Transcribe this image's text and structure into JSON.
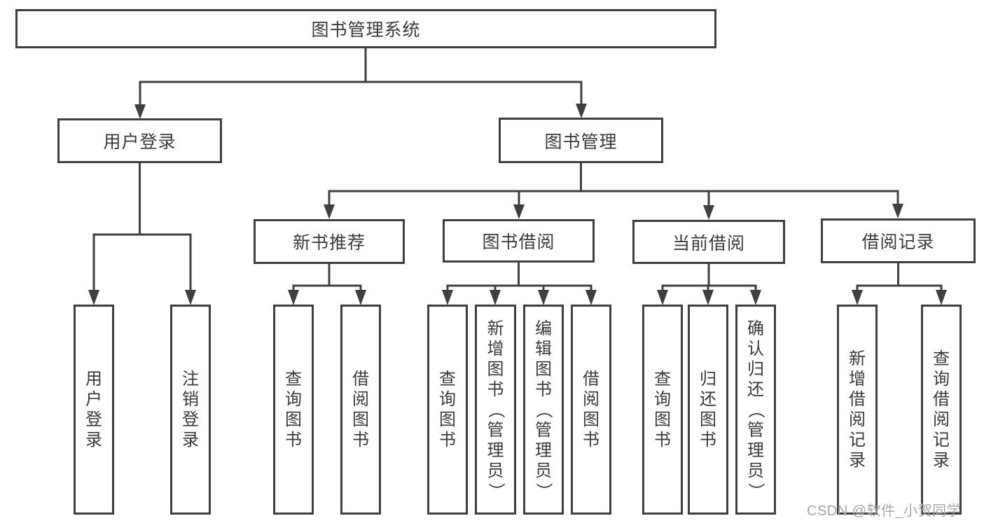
{
  "colors": {
    "line": "#3f3f3f",
    "text": "#3a3a3a",
    "background": "#ffffff",
    "watermark_color": "#a6a6a6"
  },
  "tree": {
    "label": "图书管理系统",
    "children": [
      {
        "label": "用户登录",
        "children": [
          {
            "label": "用户登录"
          },
          {
            "label": "注销登录"
          }
        ]
      },
      {
        "label": "图书管理",
        "children": [
          {
            "label": "新书推荐",
            "children": [
              {
                "label": "查询图书"
              },
              {
                "label": "借阅图书"
              }
            ]
          },
          {
            "label": "图书借阅",
            "children": [
              {
                "label": "查询图书"
              },
              {
                "label": "新增图书（管理员）"
              },
              {
                "label": "编辑图书（管理员）"
              },
              {
                "label": "借阅图书"
              }
            ]
          },
          {
            "label": "当前借阅",
            "children": [
              {
                "label": "查询图书"
              },
              {
                "label": "归还图书"
              },
              {
                "label": "确认归还（管理员）"
              }
            ]
          },
          {
            "label": "借阅记录",
            "children": [
              {
                "label": "新增借阅记录"
              },
              {
                "label": "查询借阅记录"
              }
            ]
          }
        ]
      }
    ]
  },
  "watermark": {
    "text": "CSDN @软件_小贺同学"
  }
}
